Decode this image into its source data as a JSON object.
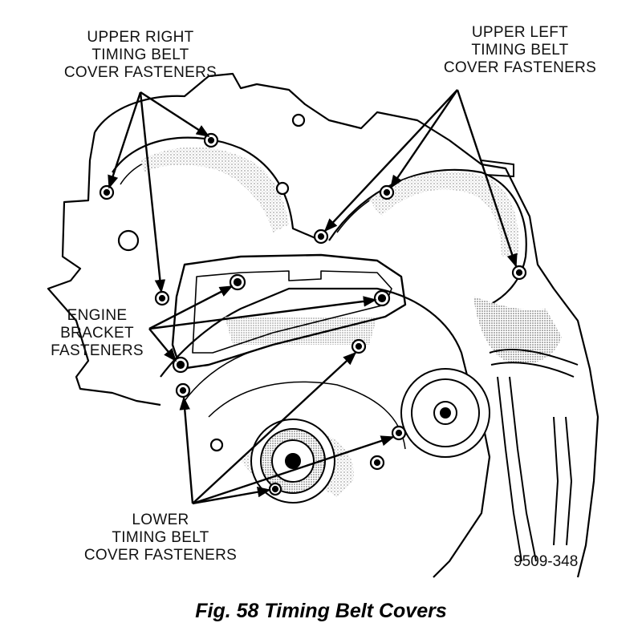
{
  "labels": {
    "upper_right": [
      "UPPER RIGHT",
      "TIMING BELT",
      "COVER FASTENERS"
    ],
    "upper_left": [
      "UPPER LEFT",
      "TIMING BELT",
      "COVER FASTENERS"
    ],
    "engine_bracket": [
      "ENGINE",
      "BRACKET",
      "FASTENERS"
    ],
    "lower": [
      "LOWER",
      "TIMING BELT",
      "COVER FASTENERS"
    ]
  },
  "figure_code": "9509-348",
  "caption": "Fig. 58 Timing Belt Covers"
}
